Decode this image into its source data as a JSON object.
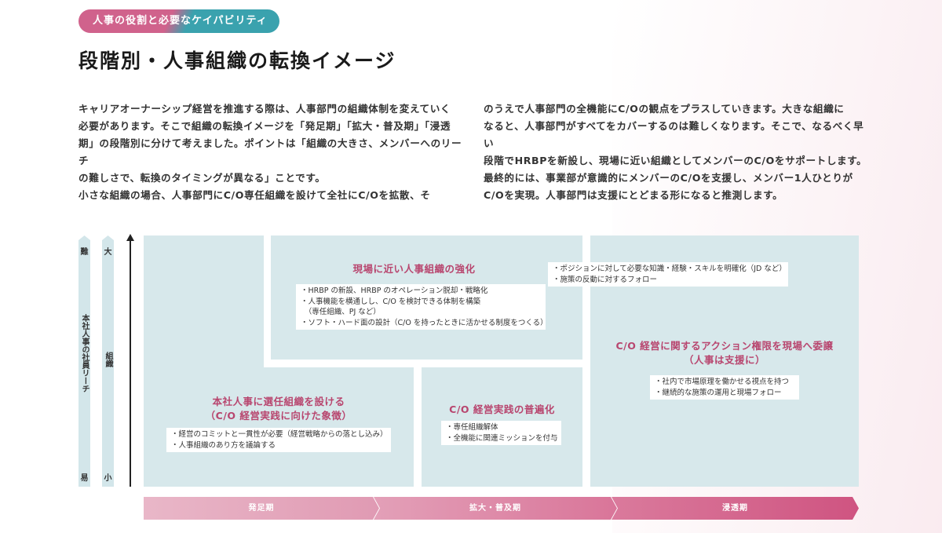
{
  "header": {
    "tag": "人事の役割と必要なケイパビリティ",
    "title": "段階別・人事組織の転換イメージ"
  },
  "intro": {
    "left": [
      "キャリアオーナーシップ経営を推進する際は、人事部門の組織体制を変えていく",
      "必要があります。そこで組織の転換イメージを「発足期」「拡大・普及期」「浸透",
      "期」の段階別に分けて考えました。ポイントは「組織の大きさ、メンバーへのリーチ",
      "の難しさで、転換のタイミングが異なる」ことです。",
      "小さな組織の場合、人事部門にC/O専任組織を設けて全社にC/Oを拡散、そ"
    ],
    "right": [
      "のうえで人事部門の全機能にC/Oの観点をプラスしていきます。大きな組織に",
      "なると、人事部門がすべてをカバーするのは難しくなります。そこで、なるべく早い",
      "段階でHRBPを新設し、現場に近い組織としてメンバーのC/Oをサポートします。",
      "最終的には、事業部が意識的にメンバーのC/Oを支援し、メンバー1人ひとりが",
      "C/Oを実現。人事部門は支援にとどまる形になると推測します。"
    ]
  },
  "axes": {
    "reach": {
      "top": "難",
      "label": "本社人事の社員リーチ",
      "bottom": "易"
    },
    "org": {
      "top": "大",
      "label": "組織",
      "bottom": "小"
    }
  },
  "panels": {
    "hq": {
      "title1": "本社人事に選任組織を設ける",
      "title2": "（C/O 経営実践に向けた象徴）",
      "bullets": [
        "・経営のコミットと一貫性が必要（経営戦略からの落とし込み）",
        "・人事組織のあり方を議論する"
      ]
    },
    "field": {
      "title": "現場に近い人事組織の強化",
      "bullets": [
        "・HRBP の新設、HRBP のオペレーション脱却・戦略化",
        "・人事機能を横通しし、C/O を検討できる体制を構築",
        "　（専任組織、PJ など）",
        "・ソフト・ハード面の設計（C/O を持ったときに活かせる制度をつくる）"
      ]
    },
    "follow": {
      "bullets": [
        "・ポジションに対して必要な知識・経験・スキルを明確化（JD など）",
        "・施策の反動に対するフォロー"
      ]
    },
    "spread": {
      "title": "C/O 経営実践の普遍化",
      "bullets": [
        "・専任組織解体",
        "・全機能に関連ミッションを付与"
      ]
    },
    "delegate": {
      "title1": "C/O 経営に関するアクション権限を現場へ委譲",
      "title2": "（人事は支援に）",
      "bullets": [
        "・社内で市場原理を働かせる視点を持つ",
        "・継続的な施策の運用と現場フォロー"
      ]
    }
  },
  "stages": [
    "発足期",
    "拡大・普及期",
    "浸透期"
  ],
  "colors": {
    "pink": "#d0628c",
    "teal": "#3aa2ae",
    "panel": "#d7e8eb",
    "title": "#b8466f"
  }
}
